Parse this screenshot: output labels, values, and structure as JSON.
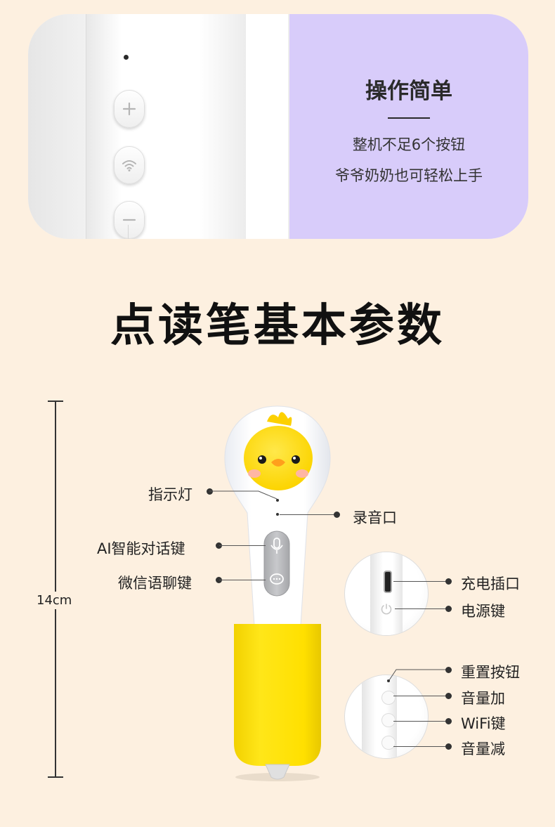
{
  "feature": {
    "title": "操作简单",
    "line1": "整机不足6个按钮",
    "line2": "爷爷奶奶也可轻松上手"
  },
  "heading": "点读笔基本参数",
  "dimension": {
    "label": "14cm"
  },
  "labels": {
    "indicator_light": "指示灯",
    "microphone": "录音口",
    "ai_chat_key": "AI智能对话键",
    "wechat_voice_key": "微信语聊键",
    "charging_port": "充电插口",
    "power_key": "电源键",
    "reset_button": "重置按钮",
    "volume_up": "音量加",
    "wifi_key": "WiFi键",
    "volume_down": "音量减"
  },
  "colors": {
    "background": "#fdf0e0",
    "feature_panel": "#d8ccfa",
    "pen_yellow": "#ffe000",
    "pen_white": "#ffffff",
    "button_gray": "#b9b9bb"
  },
  "icons": [
    "plus-icon",
    "wifi-icon",
    "minus-icon",
    "mic-icon",
    "chat-icon",
    "power-icon",
    "chick-face-icon"
  ]
}
